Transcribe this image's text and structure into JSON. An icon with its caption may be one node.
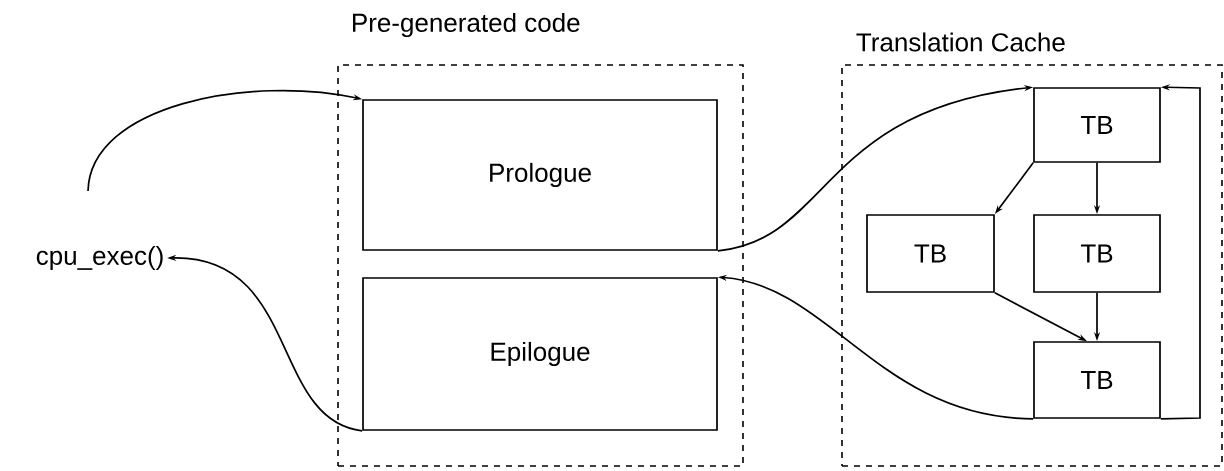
{
  "diagram": {
    "nodes": [
      {
        "text": [
          "cpu_exec()"
        ]
      },
      {
        "text": [
          "Pre-generated code"
        ]
      },
      {
        "text": [
          "Prologue"
        ],
        "in": 1
      },
      {
        "text": [
          "Epilogue"
        ],
        "in": 1
      },
      {
        "text": [
          "Translation Cache"
        ]
      },
      {
        "text": [
          "TB"
        ],
        "in": 4
      },
      {
        "text": [
          "TB"
        ],
        "in": 4
      },
      {
        "text": [
          "TB"
        ],
        "in": 4
      },
      {
        "text": [
          "TB"
        ],
        "in": 4
      }
    ],
    "edges": [
      {
        "from": 0,
        "to": 2,
        "arrow": "to"
      },
      {
        "from": 2,
        "to": 5,
        "arrow": "to"
      },
      {
        "from": 5,
        "to": 6,
        "arrow": "to"
      },
      {
        "from": 5,
        "to": 7,
        "arrow": "to"
      },
      {
        "from": 6,
        "to": 8,
        "arrow": "to"
      },
      {
        "from": 7,
        "to": 8,
        "arrow": "to"
      },
      {
        "from": 8,
        "to": 5,
        "arrow": "to"
      },
      {
        "from": 8,
        "to": 3,
        "arrow": "to"
      },
      {
        "from": 3,
        "to": 0,
        "arrow": "to"
      }
    ]
  }
}
